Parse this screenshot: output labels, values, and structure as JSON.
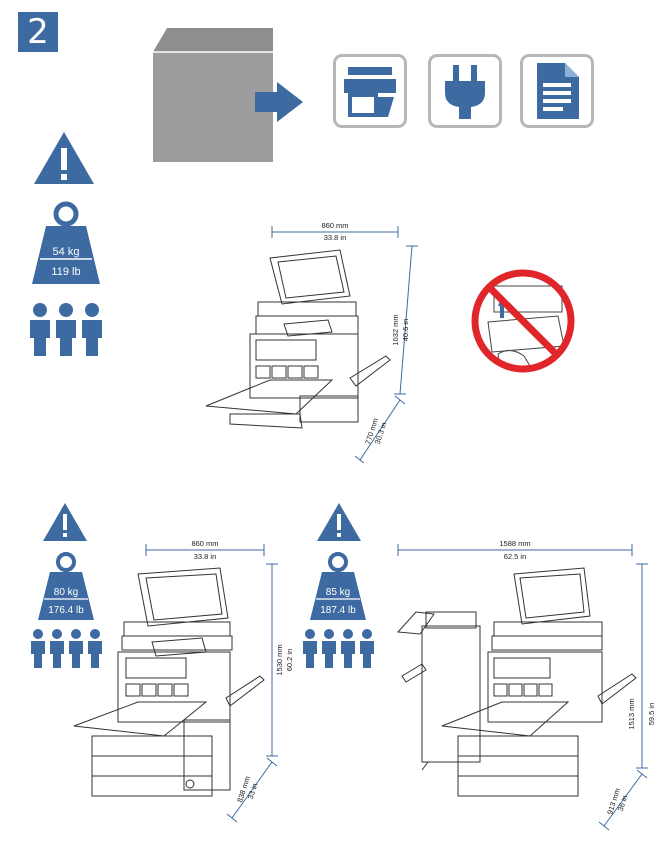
{
  "step": {
    "number": "2"
  },
  "unbox": {
    "includes_icons": [
      "printer-icon",
      "power-plug-icon",
      "document-icon"
    ]
  },
  "colors": {
    "accent": "#3d6aa0",
    "box": "#9c9c9c",
    "tile_border": "#b7b7b7",
    "prohibition": "#e0262b"
  },
  "config_1": {
    "weight_kg": "54 kg",
    "weight_lb": "119 lb",
    "people": 3,
    "width_mm": "860 mm",
    "width_in": "33.8 in",
    "height_mm": "1032 mm",
    "height_in": "40.6 in",
    "depth_mm": "770 mm",
    "depth_in": "30.3 in"
  },
  "config_2": {
    "weight_kg": "80 kg",
    "weight_lb": "176.4 lb",
    "people": 4,
    "width_mm": "860 mm",
    "width_in": "33.8 in",
    "height_mm": "1530 mm",
    "height_in": "60.2 in",
    "depth_mm": "838 mm",
    "depth_in": "33 in"
  },
  "config_3": {
    "weight_kg": "85 kg",
    "weight_lb": "187.4 lb",
    "people": 4,
    "width_mm": "1588 mm",
    "width_in": "62.5 in",
    "height_mm": "1513 mm",
    "height_in": "59.5 in",
    "depth_mm": "913 mm",
    "depth_in": "36 in"
  }
}
